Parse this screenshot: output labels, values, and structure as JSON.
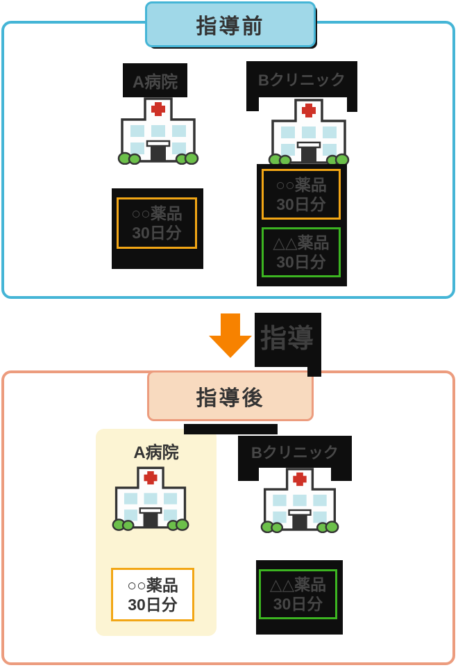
{
  "before": {
    "title": "指導前",
    "hospitalA": {
      "name": "A病院",
      "med1": {
        "name": "○○薬品",
        "days": "30日分"
      }
    },
    "clinicB": {
      "name": "Bクリニック",
      "med1": {
        "name": "○○薬品",
        "days": "30日分"
      },
      "med2": {
        "name": "△△薬品",
        "days": "30日分"
      }
    }
  },
  "transition": {
    "label": "指導"
  },
  "after": {
    "title": "指導後",
    "hospitalA": {
      "name": "A病院",
      "med1": {
        "name": "○○薬品",
        "days": "30日分"
      }
    },
    "clinicB": {
      "name": "Bクリニック",
      "med1": {
        "name": "△△薬品",
        "days": "30日分"
      }
    }
  },
  "icons": {
    "building": "hospital-building-icon",
    "arrow": "down-arrow-icon"
  },
  "colors": {
    "cyan_border": "#45b5d6",
    "cyan_fill": "#a0d8e8",
    "salmon_border": "#ec9c7e",
    "salmon_fill": "#f8dabf",
    "highlight_panel": "#fcf4d3",
    "orange_border": "#f2a615",
    "green_border": "#3cb521",
    "arrow_orange": "#f78200",
    "ink": "#333333",
    "label_black": "#0e0e0e"
  }
}
